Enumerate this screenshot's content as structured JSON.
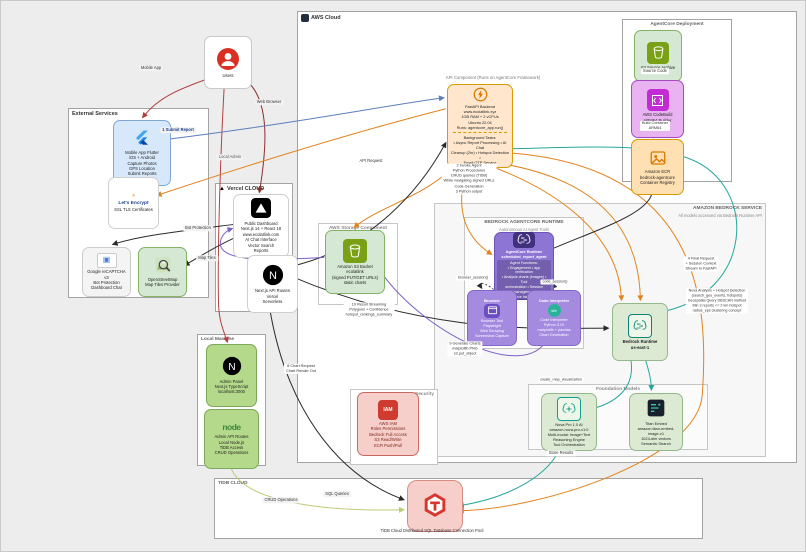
{
  "icons": {
    "vercel_triangle": "▲",
    "sun": "☀",
    "recaptcha_check": "▣",
    "iam_text": "IAM",
    "code_slashes": "</>",
    "next_n": "N"
  },
  "containers": {
    "aws_cloud": {
      "label": "AWS Cloud"
    },
    "external_services": {
      "label": "External Services"
    },
    "vercel_cloud": {
      "label": "Vercel CLOUD"
    },
    "local_machine": {
      "label": "Local Machine"
    },
    "agentcore_deployment": {
      "label": "AgentCore Deployment"
    },
    "api_component": {
      "label": "API Component (Runs on AgentCore Framework)"
    },
    "bedrock_service": {
      "label": "AMAZON BEDROCK SERVICE",
      "sublabel": "All models accessed via Bedrock Runtime API"
    },
    "agentcore_runtime_box": {
      "label": "BEDROCK AGENTCORE RUNTIME",
      "sublabel": "Autonomous AI Agent Tools"
    },
    "foundation_models": {
      "label": "Foundation Models"
    },
    "aws_storage": {
      "label": "AWS Storage Component"
    },
    "aws_security": {
      "label": "AWS Security"
    },
    "tidb_cloud": {
      "label": "TIDB CLOUD"
    }
  },
  "nodes": {
    "users": {
      "label": "Users"
    },
    "flutter": {
      "text": "Mobile App Flutter\niOS + Android\nCapture Photos\nGPS Location\nSubmit Reports"
    },
    "lets_encrypt": {
      "logo": "Let's Encrypt",
      "text": "SSL TLS Certificates"
    },
    "recaptcha": {
      "text": "Google reCAPTCHA v3\nBot Protection\nDashboard Chat"
    },
    "osm": {
      "text": "OpenStreetMap\nMap Tiles Provider"
    },
    "vercel_dashboard": {
      "text": "Public Dashboard\nNext.js 14 + React 18\nwww.ecolatlink.com\nAI Chat Interface\nVector Search\nReports"
    },
    "next_api": {
      "text": "Next.js API Routes Vercel\nServerless"
    },
    "admin_panel": {
      "text": "Admin Panel\nNext.js TypeScript\nlocalhost:3000"
    },
    "node_api": {
      "logo": "node",
      "text": "Admin API Routes\nLocal Node.js\nTiDB Access\nCRUD Operations"
    },
    "fastapi": {
      "text": "FastAPI Backend www.ecolatlink.xyz\n1GB RAM + 2 vCPUs\nUbuntu 22.04\nRuns: agentcore_app.run()",
      "tasks": "Background Tasks:\n• Async Report Processing • AI Chat\nCleanup (2hr) • Hotspot Detection •\nEmail OTP Service"
    },
    "s3_source": {
      "text": "S3 Source Archive"
    },
    "codebuild": {
      "text": "AWS CodeBuild\nARM64 Builder\n~60 seconds"
    },
    "ecr": {
      "text": "Amazon ECR\nbedrock-agentcore\nContainer Registry"
    },
    "s3_bucket": {
      "text": "Amazon S3 Bucket\necolatlink\n(signed PUT/GET URLs)\nstatic charts"
    },
    "agentcore_runtime": {
      "title": "AgentCore Runtime\nscheduled_report_agent",
      "functions": "Agent Functions:\n• Engagement • app verification\n• Analysis charts (images) • Tool\norchestration • Session management\n• Error handling"
    },
    "browser_tool": {
      "tile": "Browser",
      "text": "Browser Tool\nPlaywright\nWeb Scraping\nScreenshot Capture"
    },
    "code_interpreter": {
      "tile": "Code Interpreter",
      "text": "Code Interpreter\nPython 3.10\nmatplotlib + pandas\nChart Generation"
    },
    "bedrock_runtime": {
      "text": "Bedrock Runtime\nus-east-1"
    },
    "nova_pro": {
      "text": "Nova Pro 1.0 AI\namazon.nova-pro-v1:0\nMulti-modal: Image+Text\nReasoning Engine\nTool Orchestration"
    },
    "titan_embed": {
      "text": "Titan Embed\namazon.titan-embed-image-v1\n1024-dim vectors\nSemantic Search"
    },
    "iam": {
      "text": "AWS IAM\nRoles Permissions\nBedrock Full Access\nS3 Read/Write\nECR Push/Pull"
    },
    "tidb": {
      "text": "TiDB Cloud Distributed SQL Database Connection Pool"
    }
  },
  "edge_labels": {
    "mobile_app": "Mobile App",
    "web_browser": "Web Browser",
    "local_admin": "Local Admin",
    "submit_report": "1 Submit Report",
    "bot_protection": "Bot Protection",
    "map_tiles": "Map Tiles",
    "api_request": "API Request",
    "invoke_block": "2 Invoke Agent\nPython Procedures\nCRUD queries (TiDB)\nWhile navigating signed URLs\nCode Generation\n3 Python output",
    "source_code": "Source Code",
    "build_container": "Build Container\nARM64",
    "browser_session": "browser_session()",
    "code_session": "code_session()",
    "final_request": "4 Final Request\n+ Session Context\nStream to FastAPI",
    "nova_analysis": "Nova Analysis + Hotspot Detection\n(search_geo_events, hotspots)\nGeospatial Query DBSCAN method\nMin 3 reports <= 2 km hotspot\nradius_eps clustering concept",
    "result_streaming": "10 Result Streaming\nPolygons + Confidence\nhotspot_rankings_summary",
    "generate_charts": "9 Generate Charts\nmatplotlib PNG\ns3.put_object",
    "map_visualization": "create_map_visualization",
    "chart_request": "8 Chart Request\nChart Render Out",
    "store_results": "Store Results",
    "sql_queries": "SQL Queries",
    "crud_operations": "CRUD Operations"
  },
  "colors": {
    "aws_orange": "#d79b00",
    "purple": "#8d75d3",
    "teal": "#26a69a",
    "green": "#82b366",
    "red": "#d13212",
    "blue": "#5b7fbd",
    "magenta": "#b23cc9"
  }
}
